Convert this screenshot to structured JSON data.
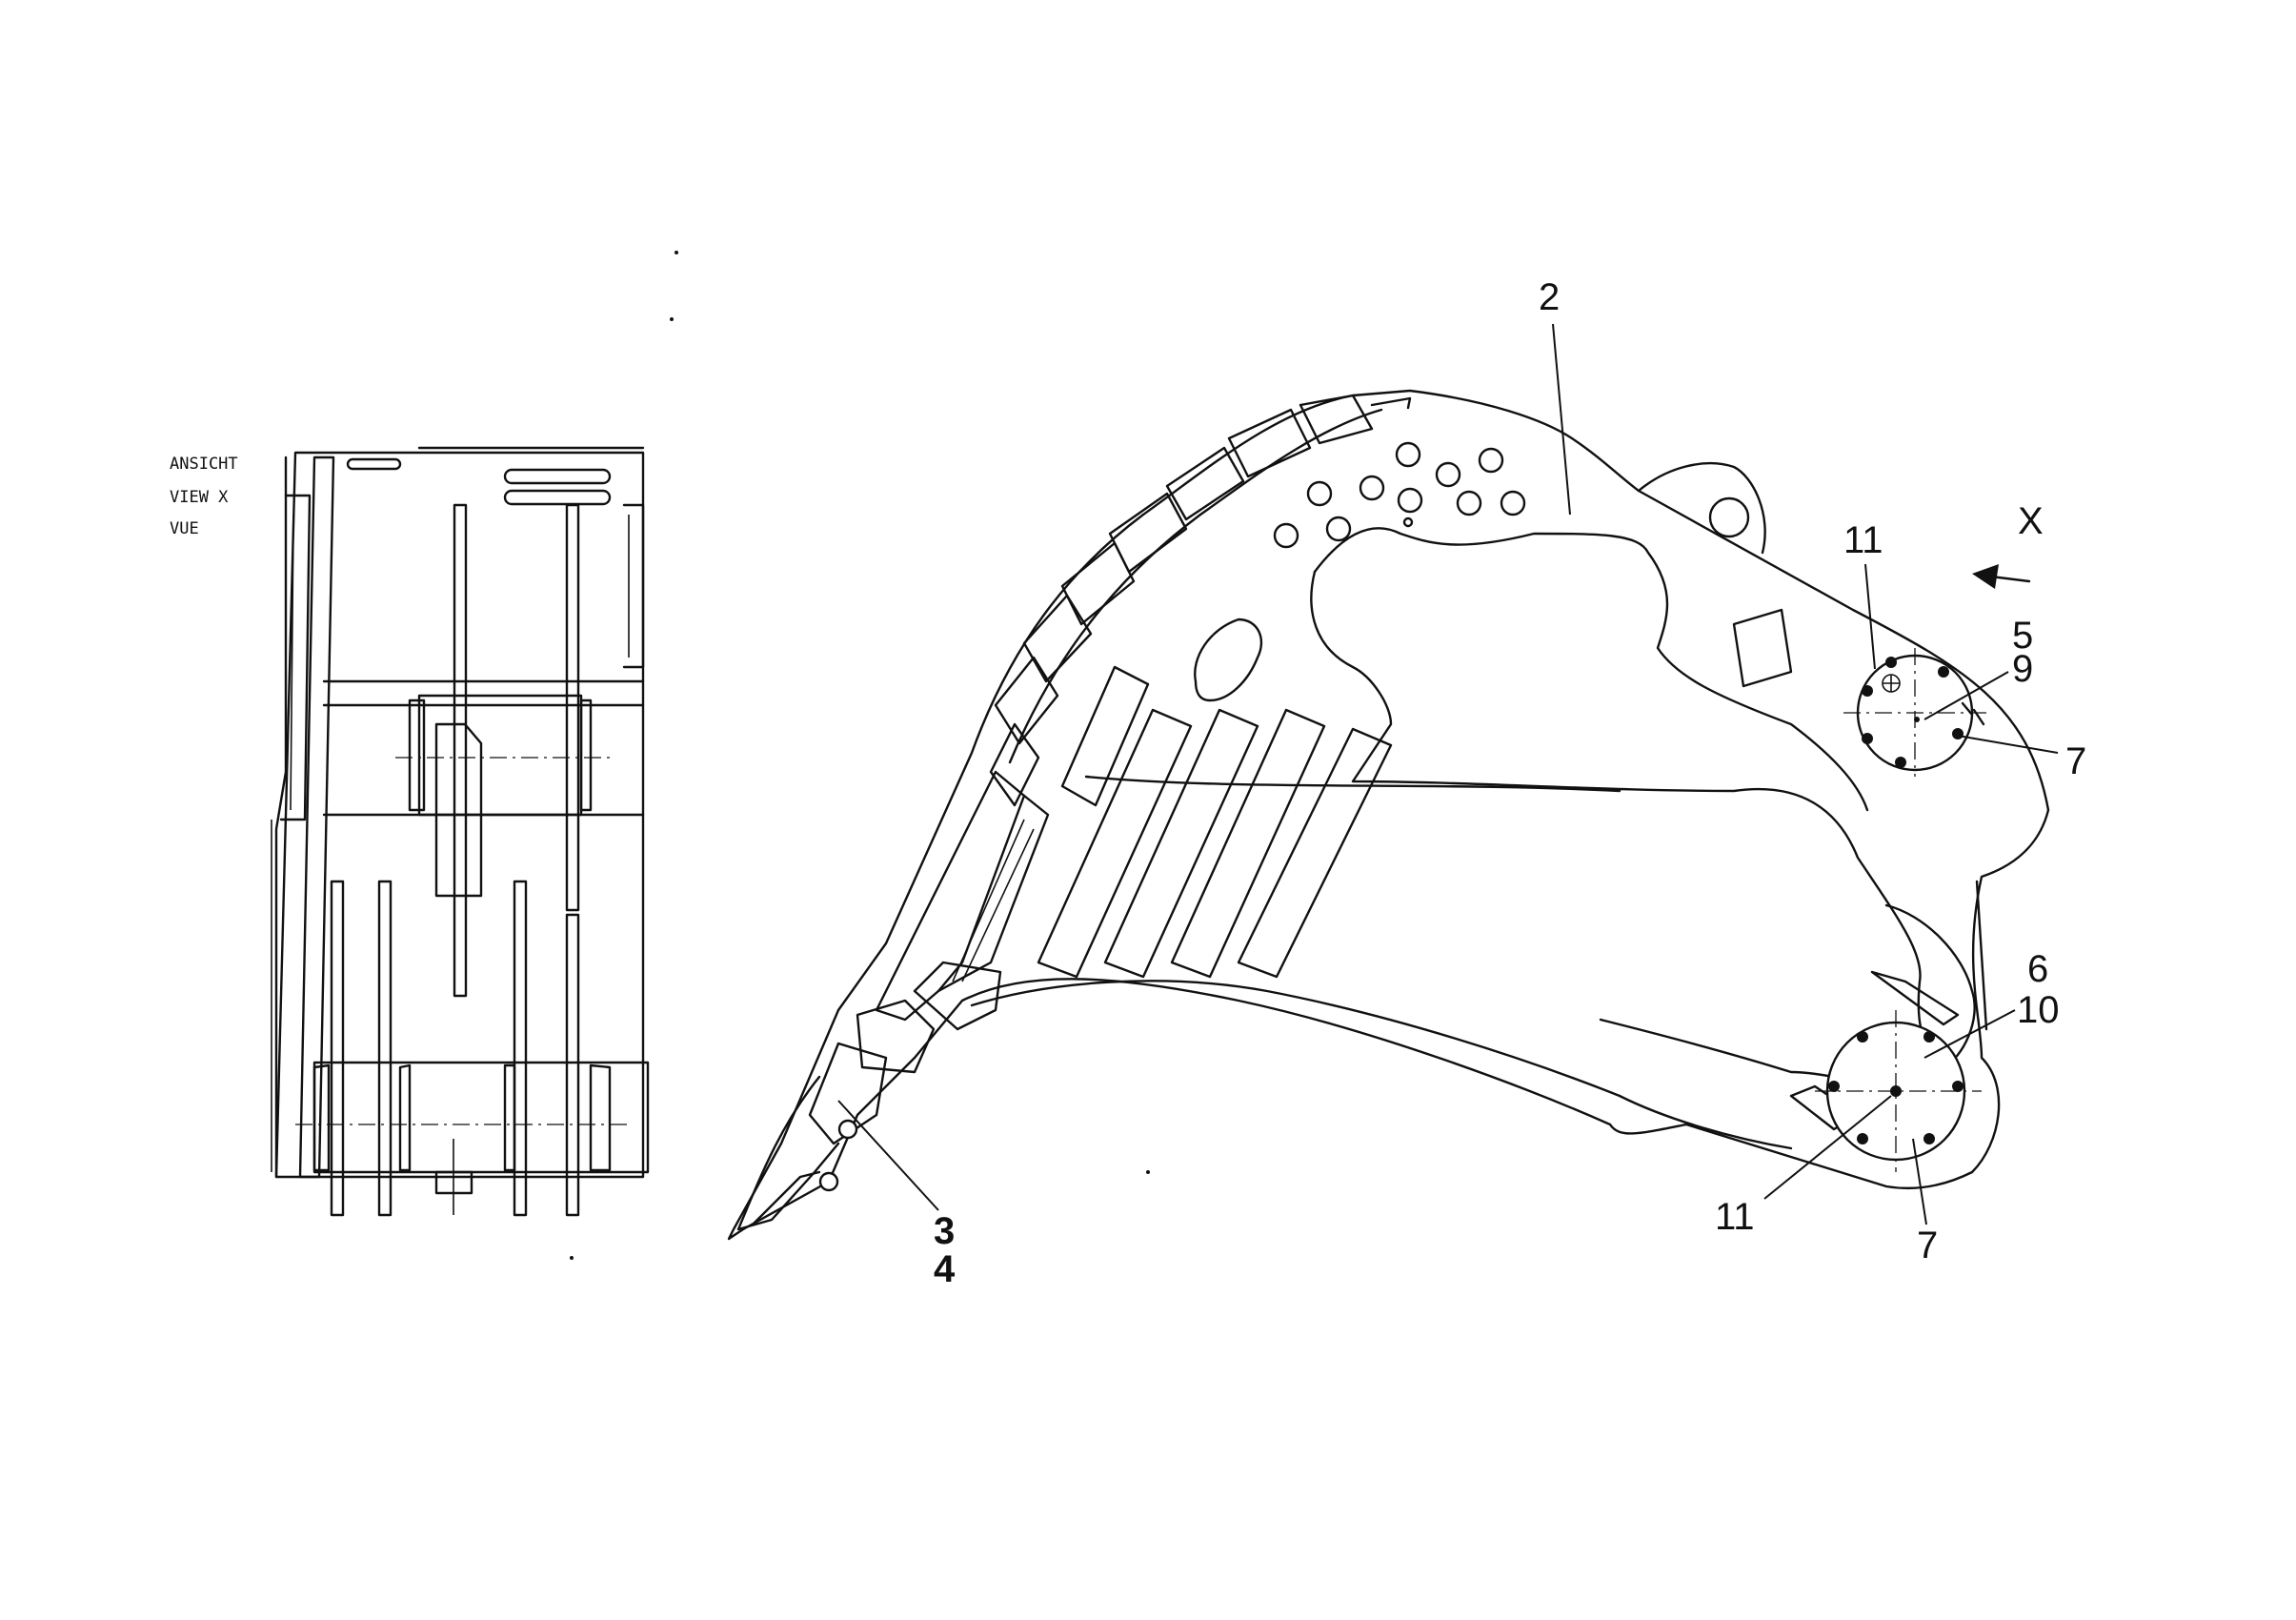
{
  "view_label": {
    "line1": "ANSICHT",
    "line2": "VIEW X",
    "line3": "VUE"
  },
  "view_arrow_label": "X",
  "callouts": {
    "c2": "2",
    "c3": "3",
    "c4": "4",
    "c5": "5",
    "c9": "9",
    "c7_top": "7",
    "c11_top": "11",
    "c6": "6",
    "c10": "10",
    "c11_bottom": "11",
    "c7_bottom": "7"
  }
}
